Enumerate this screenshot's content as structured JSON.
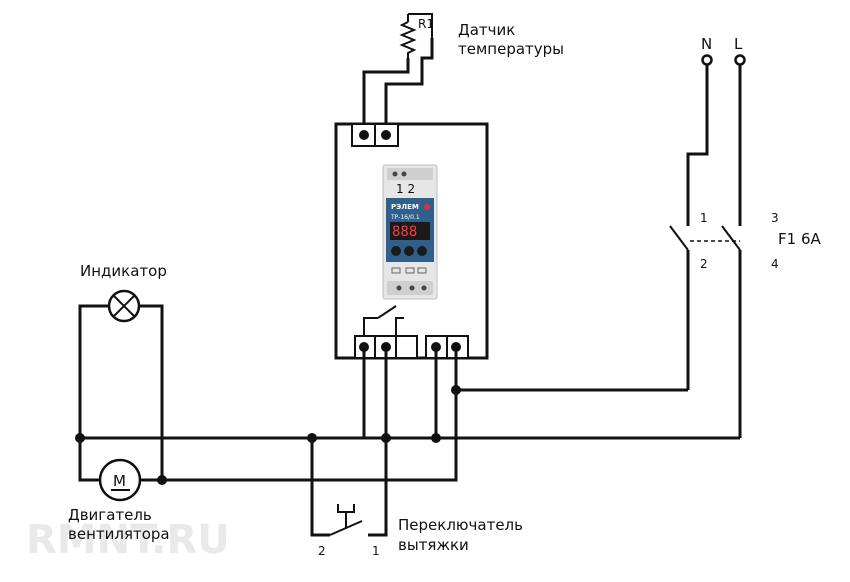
{
  "sensor": {
    "id": "R1",
    "label_line1": "Датчик",
    "label_line2": "температуры"
  },
  "supply": {
    "neutral": "N",
    "line": "L"
  },
  "breaker": {
    "label": "F1 6A",
    "pin1": "1",
    "pin2": "2",
    "pin3": "3",
    "pin4": "4"
  },
  "indicator": {
    "label": "Индикатор"
  },
  "motor": {
    "symbol": "M",
    "label_line1": "Двигатель",
    "label_line2": "вентилятора"
  },
  "switch": {
    "label_line1": "Переключатель",
    "label_line2": "вытяжки",
    "pin1": "1",
    "pin2": "2"
  },
  "relay_device": {
    "terminals": "1 2",
    "brand": "РЭЛЕМ",
    "model": "ТР-16/0.1",
    "display": "888"
  },
  "watermark": "RMNT.RU"
}
